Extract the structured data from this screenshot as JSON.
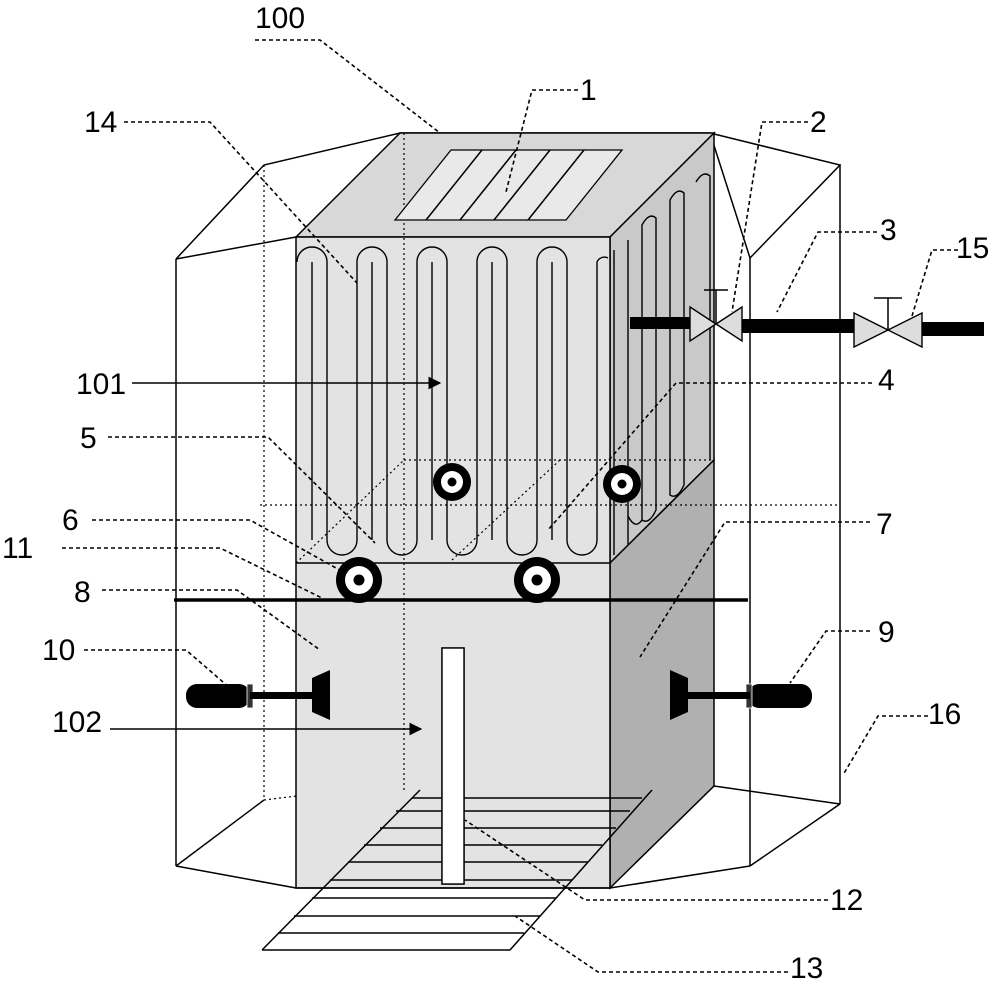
{
  "labels": {
    "l100": "100",
    "l1": "1",
    "l14": "14",
    "l2": "2",
    "l3": "3",
    "l15": "15",
    "l101": "101",
    "l4": "4",
    "l5": "5",
    "l6": "6",
    "l7": "7",
    "l11": "11",
    "l8": "8",
    "l9": "9",
    "l10": "10",
    "l102": "102",
    "l16": "16",
    "l12": "12",
    "l13": "13"
  },
  "colors": {
    "front_face": "#e3e3e3",
    "top_face": "#d8d8d8",
    "side_face": "#b0b0b0",
    "side_face_upper": "#c9c9c9",
    "ink": "#000000"
  }
}
